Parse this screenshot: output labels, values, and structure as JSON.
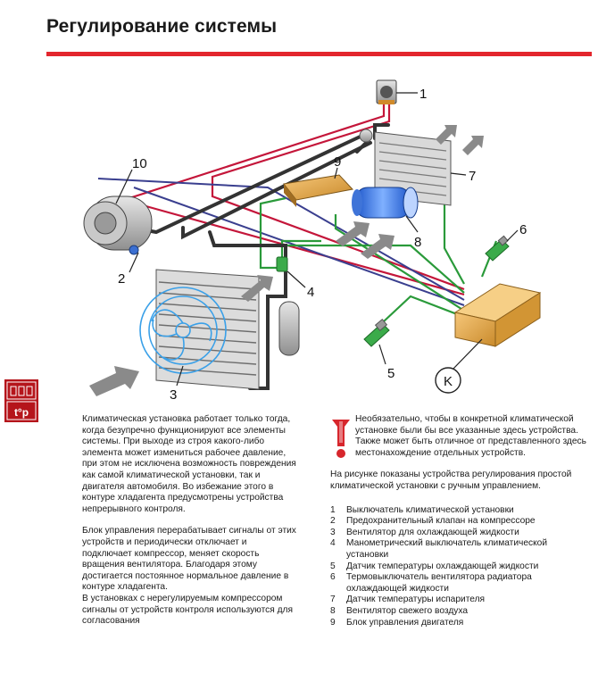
{
  "title": "Регулирование системы",
  "callouts": [
    "1",
    "2",
    "3",
    "4",
    "5",
    "6",
    "7",
    "8",
    "9",
    "10"
  ],
  "k_label": "K",
  "badge": {
    "top": "",
    "bottom": "t°p"
  },
  "left_text": [
    "Климатическая установка работает только тогда, когда безупречно функционируют все элементы системы. При выходе из строя какого-либо элемента может измениться рабочее давление, при этом не исключена возможность повреждения как самой климатической установки, так и двигателя автомобиля. Во избежание этого в контуре хладагента предусмотрены устройства непрерывного контроля.",
    "Блок управления перерабатывает сигналы от этих устройств и периодически отключает и подключает компрессор, меняет скорость вращения вентилятора. Благодаря этому достигается постоянное нормальное давление в контуре хладагента.",
    "В установках с нерегулируемым компрессором сигналы от устройств контроля используются для согласования"
  ],
  "note_text": "Необязательно, чтобы в конкретной климатической установке были бы все указанные здесь устройства. Также может быть отличное от представленного здесь местонахождение отдельных устройств.",
  "intro_text": "На рисунке показаны устройства регулирования простой климатической установки с ручным управлением.",
  "legend": [
    {
      "n": "1",
      "text": "Выключатель климатической установки"
    },
    {
      "n": "2",
      "text": "Предохранительный клапан на компрессоре"
    },
    {
      "n": "3",
      "text": "Вентилятор для охлаждающей жидкости"
    },
    {
      "n": "4",
      "text": "Манометрический выключатель климатической установки"
    },
    {
      "n": "5",
      "text": "Датчик температуры охлаждающей жидкости"
    },
    {
      "n": "6",
      "text": "Термовыключатель вентилятора радиатора охлаждающей жидкости"
    },
    {
      "n": "7",
      "text": "Датчик температуры испарителя"
    },
    {
      "n": "8",
      "text": "Вентилятор свежего воздуха"
    },
    {
      "n": "9",
      "text": "Блок управления двигателя"
    }
  ]
}
